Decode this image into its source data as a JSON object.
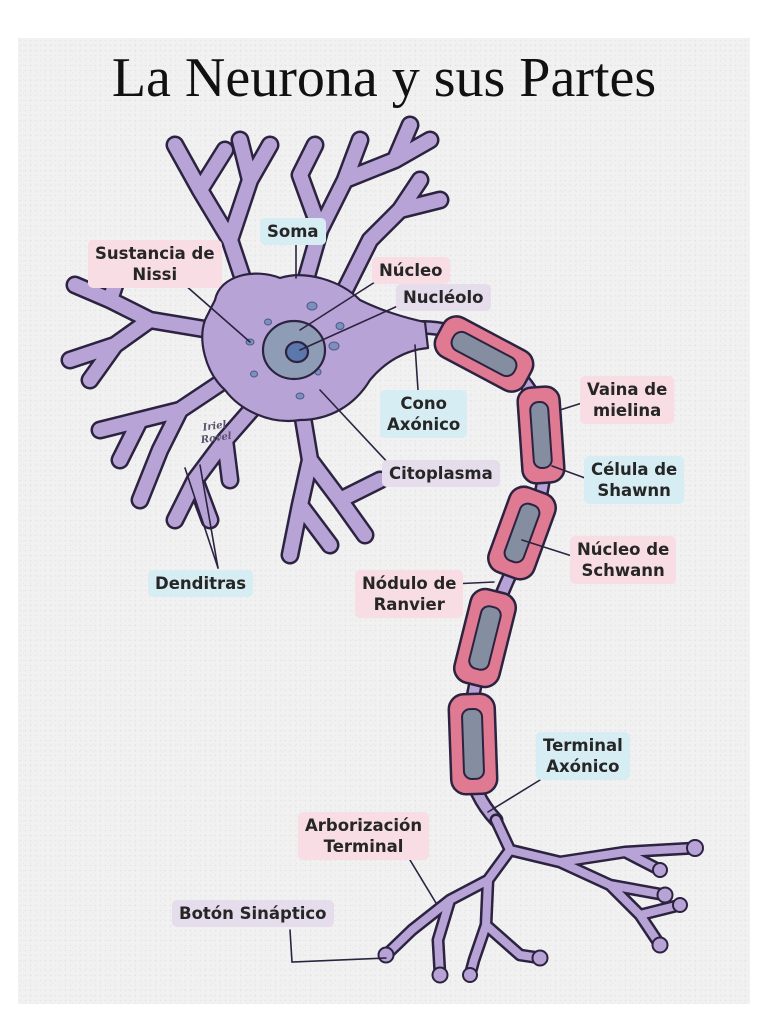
{
  "title": "La Neurona y sus Partes",
  "signature": [
    "Iriel",
    "Rovel"
  ],
  "labels": {
    "soma": "Soma",
    "sustancia_nissi": [
      "Sustancia de",
      "Nissi"
    ],
    "nucleo": "Núcleo",
    "nucleolo": "Nucléolo",
    "cono_axonico": [
      "Cono",
      "Axónico"
    ],
    "citoplasma": "Citoplasma",
    "dendritas": "Denditras",
    "vaina_mielina": [
      "Vaina de",
      "mielina"
    ],
    "celula_schwann": [
      "Célula de",
      "Shawnn"
    ],
    "nucleo_schwann": [
      "Núcleo de",
      "Schwann"
    ],
    "nodulo_ranvier": [
      "Nódulo de",
      "Ranvier"
    ],
    "terminal_axonico": [
      "Terminal",
      "Axónico"
    ],
    "arborizacion_terminal": [
      "Arborización",
      "Terminal"
    ],
    "boton_sinaptico": "Botón Sináptico"
  },
  "colors": {
    "cell_body": "#b8a3d6",
    "outline": "#2c2340",
    "nucleus": "#8e9cb5",
    "nucleolus": "#5b78ad",
    "myelin": "#e07a92",
    "schwann_nucleus": "#858da1",
    "label_pink": "#f8dde4",
    "label_blue": "#d6edf3",
    "label_lavender": "#e5dcec"
  }
}
